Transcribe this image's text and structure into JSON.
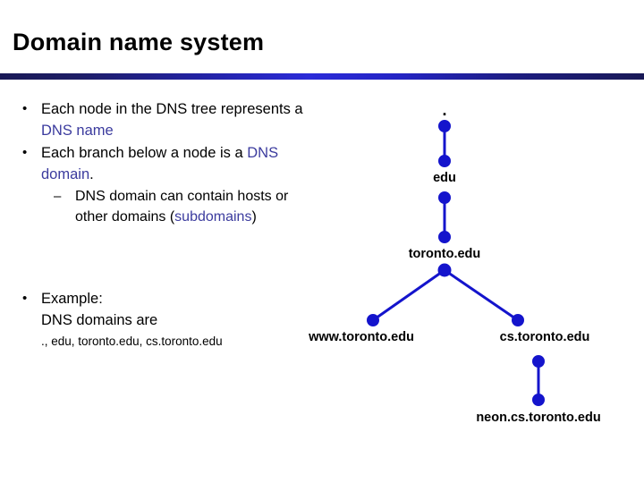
{
  "slide": {
    "title": "Domain name system",
    "accent_blue": "#2b2bd8",
    "node_blue": "#1414cc",
    "text_blue": "#3b3b9e"
  },
  "body": {
    "bullet1": {
      "mark": "•",
      "text_before": "Each node in the DNS tree represents a ",
      "highlight": "DNS name",
      "text_after": ""
    },
    "bullet2": {
      "mark": "•",
      "text_before": "Each branch below a node is a ",
      "highlight": "DNS domain",
      "text_after": "."
    },
    "subbullet1": {
      "mark": "–",
      "text_before": "DNS domain can contain hosts or other domains (",
      "highlight": "subdomains",
      "text_after": ")"
    },
    "bullet3": {
      "mark": "•",
      "line1": "Example:",
      "line2": "DNS domains are",
      "line3": "., edu, toronto.edu, cs.toronto.edu"
    }
  },
  "tree": {
    "labels": {
      "root": ".",
      "edu": "edu",
      "toronto": "toronto.edu",
      "www": "www.toronto.edu",
      "cs": "cs.toronto.edu",
      "neon": "neon.cs.toronto.edu"
    }
  }
}
